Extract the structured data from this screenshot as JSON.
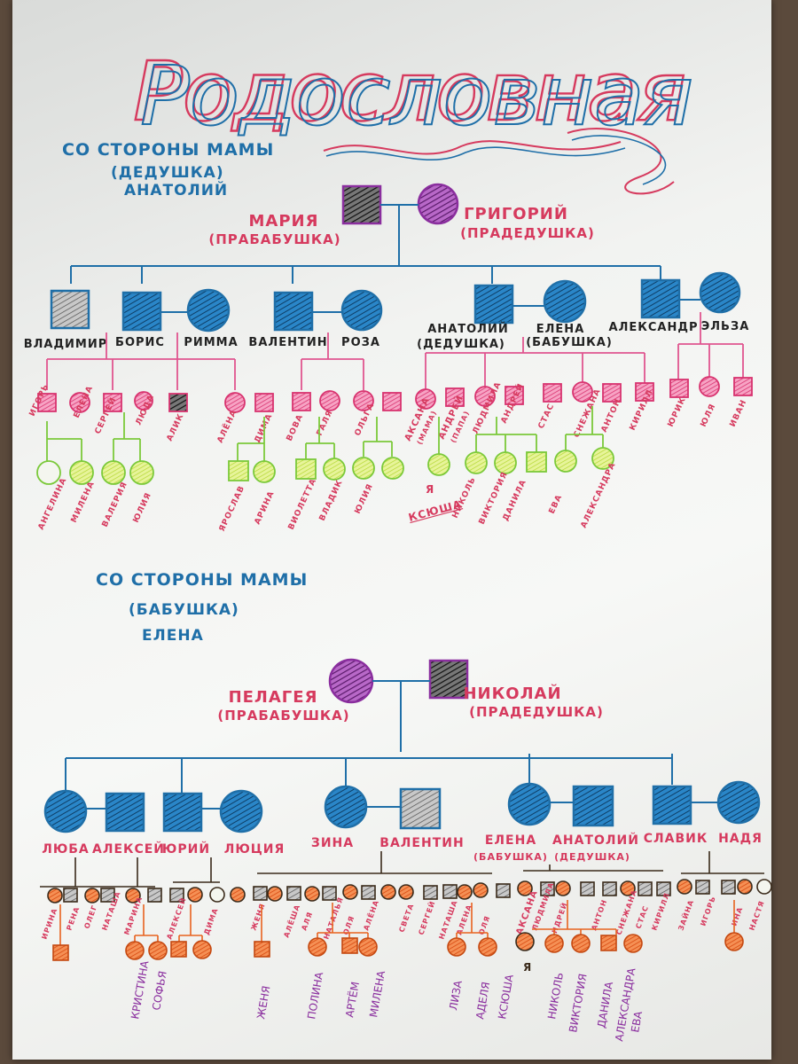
{
  "title": "Родословная",
  "colors": {
    "blue": "#1f6fa8",
    "red": "#d63a5e",
    "purple": "#8a2e9e",
    "pink": "#e0558f",
    "green": "#7bc93a",
    "orange": "#e8621e",
    "black": "#222222"
  },
  "section1": {
    "heading": [
      "СО СТОРОНЫ МАМЫ",
      "(ДЕДУШКА)",
      "АНАТОЛИЙ"
    ],
    "ancestors": {
      "woman_name": "МАРИЯ",
      "woman_role": "(ПРАБАБУШКА)",
      "man_name": "ГРИГОРИЙ",
      "man_role": "(ПРАДЕДУШКА)"
    },
    "gen2": [
      "ВЛАДИМИР",
      "БОРИС",
      "РИММА",
      "ВАЛЕНТИН",
      "РОЗА",
      "АНАТОЛИЙ",
      "(ДЕДУШКА)",
      "ЕЛЕНА",
      "(БАБУШКА)",
      "АЛЕКСАНДР",
      "ЭЛЬЗА"
    ],
    "gen3": [
      "ИГОРЬ",
      "ЕЛЕНА",
      "СЕРГЕЙ",
      "ЛЮДА",
      "АЛИК",
      "АЛЁНА",
      "ДИМА",
      "ВОВА",
      "ГАЛЯ",
      "ОЛЬГА",
      "АКСАНА",
      "(МАМА)",
      "АНДРЕЙ",
      "(ПАПА)",
      "ЛЮДМИЛА",
      "АНДРЕЙ",
      "СТАС",
      "СНЕЖАНА",
      "АНТОН",
      "КИРИЛЛ",
      "ЮРИК",
      "ЮЛЯ",
      "ИВАН"
    ],
    "gen4": [
      "АНГЕЛИНА",
      "МИЛЕНА",
      "ВАЛЕРИЯ",
      "ЮЛИЯ",
      "ЯРОСЛАВ",
      "АРИНА",
      "ВИОЛЕТТА",
      "ВЛАДИК",
      "ЮЛИЯ",
      "НИКОЛЬ",
      "ВИКТОРИЯ",
      "ДАНИЛА",
      "ЕВА",
      "АЛЕКСАНДРА"
    ],
    "me": [
      "Я",
      "КСЮША"
    ]
  },
  "section2": {
    "heading": [
      "СО СТОРОНЫ МАМЫ",
      "(БАБУШКА)",
      "ЕЛЕНА"
    ],
    "ancestors": {
      "woman_name": "ПЕЛАГЕЯ",
      "woman_role": "(ПРАБАБУШКА)",
      "man_name": "НИКОЛАЙ",
      "man_role": "(ПРАДЕДУШКА)"
    },
    "gen2": [
      "ЛЮБА",
      "АЛЕКСЕЙ",
      "ЮРИЙ",
      "ЛЮЦИЯ",
      "ЗИНА",
      "ВАЛЕНТИН",
      "ЕЛЕНА",
      "(БАБУШКА)",
      "АНАТОЛИЙ",
      "(ДЕДУШКА)",
      "СЛАВИК",
      "НАДЯ"
    ],
    "gen3": [
      "ИРИНА",
      "РЕНА",
      "ОЛЕГ",
      "НАТАША",
      "МАРИНА",
      "АЛЕКСЕЙ",
      "ДИМА",
      "ЖЕНЯ",
      "АЛЁША",
      "АЛЯ",
      "НАТАЛЬЯ",
      "ОЛЯ",
      "АЛЁНА",
      "СВЕТА",
      "СЕРГЕЙ",
      "НАТАША",
      "АЛЕНА",
      "ОЛЯ",
      "АКСАНА",
      "ЛЮДМИЛА",
      "АНДРЕЙ",
      "АНТОН",
      "СНЕЖАНА",
      "СТАС",
      "КИРИЛЛ",
      "ЗАЙНА",
      "ИГОРЬ",
      "ИНА",
      "НАСТЯ"
    ],
    "gen4": [
      "КРИСТИНА",
      "СОФЬЯ",
      "ЖЕНЯ",
      "ПОЛИНА",
      "АРТЁМ",
      "МИЛЕНА",
      "ЛИЗА",
      "АДЕЛЯ",
      "КСЮША",
      "НИКОЛЬ",
      "ВИКТОРИЯ",
      "ДАНИЛА",
      "АЛЕКСАНДРА",
      "ЕВА"
    ],
    "me": "Я"
  }
}
